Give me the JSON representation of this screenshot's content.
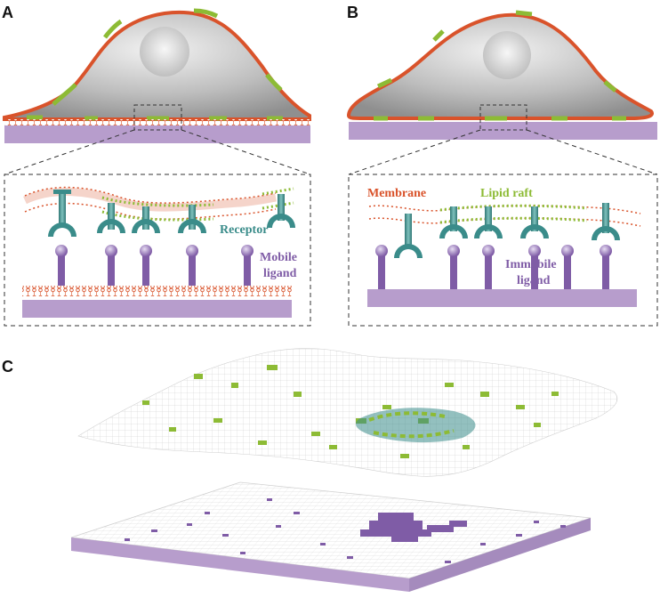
{
  "panels": {
    "a": {
      "label": "A"
    },
    "b": {
      "label": "B"
    },
    "c": {
      "label": "C"
    }
  },
  "labels": {
    "receptor": "Receptor",
    "mobile_ligand_1": "Mobile",
    "mobile_ligand_2": "ligand",
    "membrane": "Membrane",
    "lipid_raft": "Lipid raft",
    "immobile_ligand_1": "Immobile",
    "immobile_ligand_2": "ligand"
  },
  "colors": {
    "membrane": "#d9532b",
    "lipid_raft": "#8dbb35",
    "receptor": "#3a8c8a",
    "ligand": "#7f5ca6",
    "substrate": "#b79dcc",
    "cell_body": "#b9b9b9",
    "nucleus": "#dcdcdc"
  }
}
